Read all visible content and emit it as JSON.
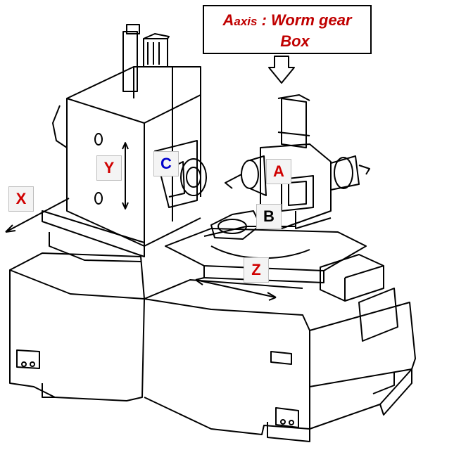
{
  "callout": {
    "prefix_big": "A",
    "prefix_small": "axis",
    "line1_rest": " : Worm gear",
    "line2": "Box"
  },
  "axis_labels": {
    "x": "X",
    "y": "Y",
    "z": "Z",
    "a": "A",
    "b": "B",
    "c": "C"
  },
  "colors": {
    "callout_text": "#c00000",
    "x": "#d00000",
    "y": "#d00000",
    "z": "#d00000",
    "a": "#d00000",
    "b": "#000000",
    "c": "#0000cc",
    "line_art": "#000000"
  }
}
